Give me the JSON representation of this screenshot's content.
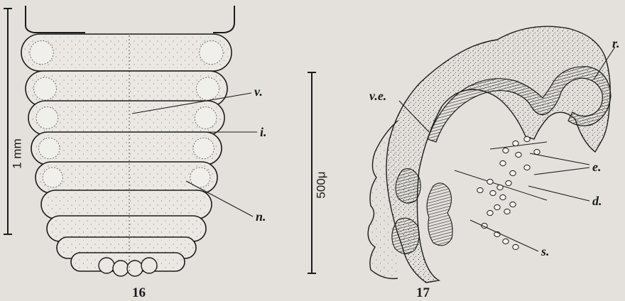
{
  "figure16": {
    "number": "16",
    "scale_bar": "1 mm",
    "labels": {
      "v": "v.",
      "i": "i.",
      "n": "n."
    }
  },
  "figure17": {
    "number": "17",
    "scale_bar": "500μ",
    "labels": {
      "ve": "v.e.",
      "r": "r.",
      "e": "e.",
      "d": "d.",
      "s": "s."
    }
  },
  "colors": {
    "paper": "#e4e1dc",
    "ink": "#1b1b1b",
    "segment_fill": "#ebe8e3"
  }
}
